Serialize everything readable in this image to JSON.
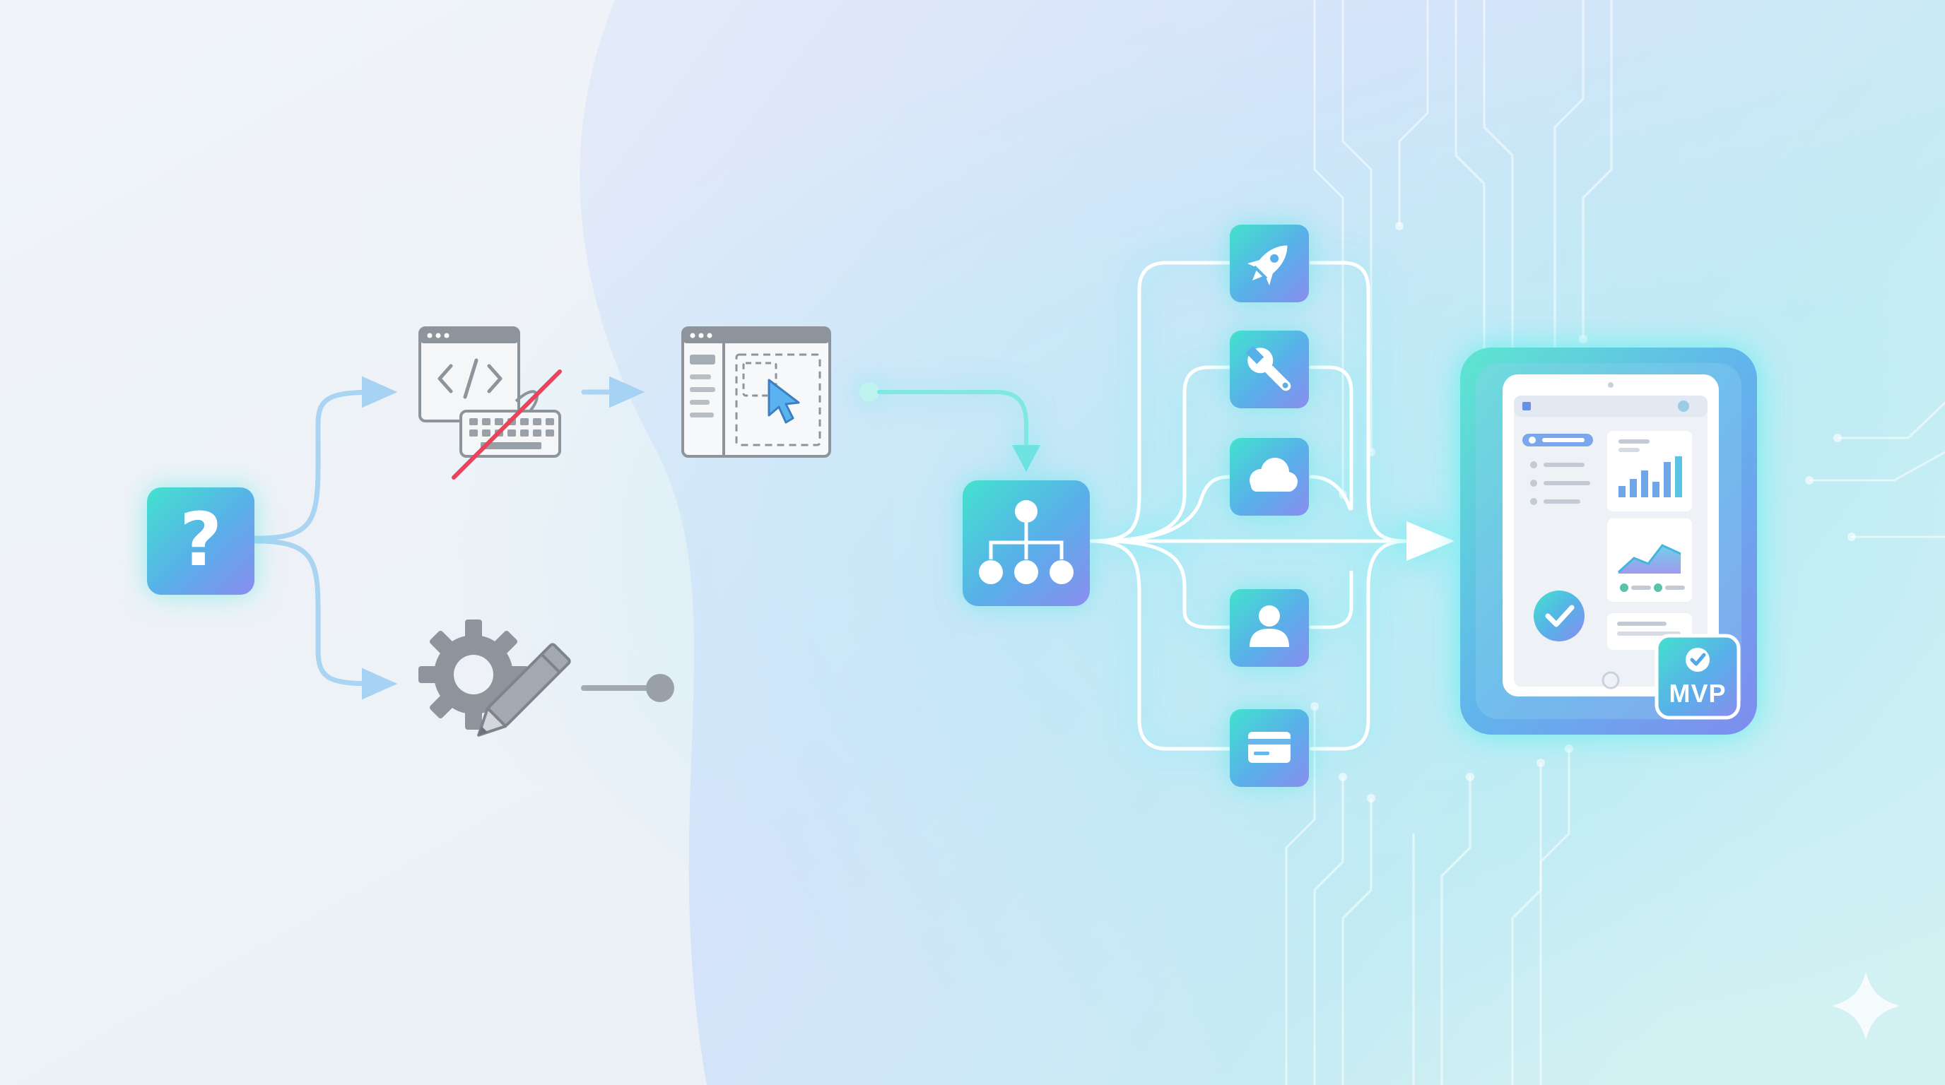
{
  "diagram": {
    "start": {
      "symbol": "?",
      "icon": "question-mark-icon"
    },
    "upper_branch": {
      "steps": [
        {
          "icon": "code-window-keyboard-icon",
          "state": "crossed-out"
        },
        {
          "icon": "drag-and-drop-builder-icon",
          "state": "active"
        }
      ]
    },
    "lower_branch": {
      "steps": [
        {
          "icon": "gear-pencil-icon",
          "state": "dead-end"
        }
      ]
    },
    "hub": {
      "icon": "sitemap-hierarchy-icon"
    },
    "modules": [
      {
        "icon": "rocket-icon"
      },
      {
        "icon": "wrench-icon"
      },
      {
        "icon": "cloud-icon"
      },
      {
        "icon": "user-icon"
      },
      {
        "icon": "credit-card-icon"
      }
    ],
    "result": {
      "icon": "tablet-dashboard-icon",
      "badge_label": "MVP",
      "badge_icon": "check-badge-icon"
    }
  },
  "colors": {
    "accent_cyan": "#3fe3d6",
    "accent_blue": "#5fa8ec",
    "accent_violet": "#8c8ff0",
    "muted_gray": "#8e949c",
    "cross_red": "#e8455a"
  }
}
